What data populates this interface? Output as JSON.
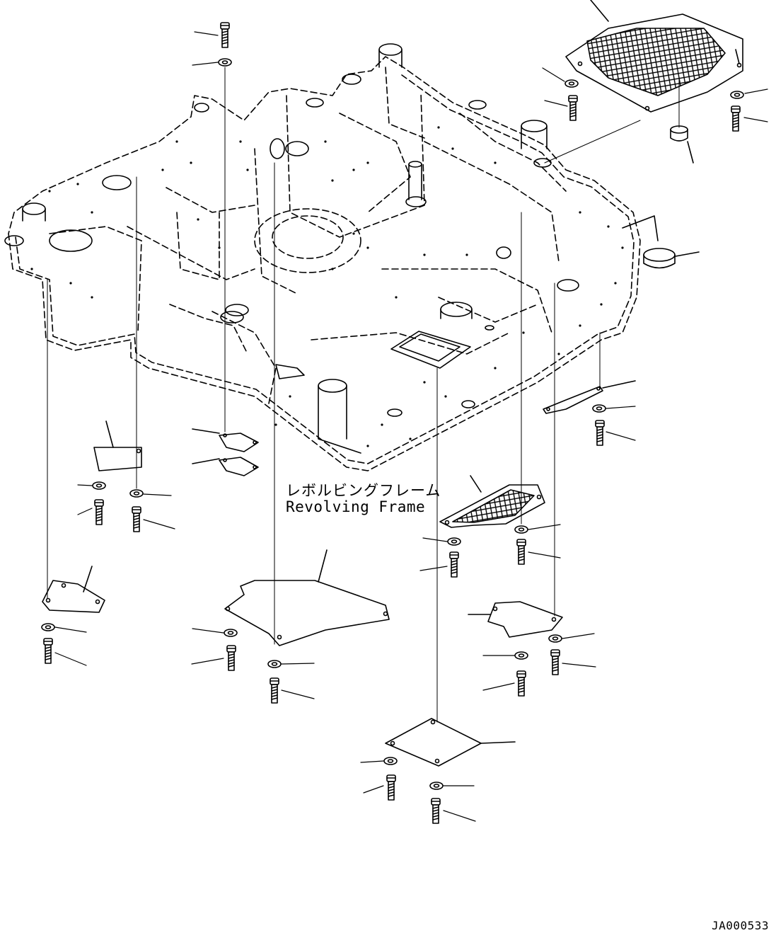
{
  "diagram": {
    "label_jp": "レボルビングフレーム",
    "label_en": "Revolving Frame",
    "drawing_id": "JA000533"
  },
  "colors": {
    "ink": "#000000",
    "paper": "#ffffff"
  }
}
